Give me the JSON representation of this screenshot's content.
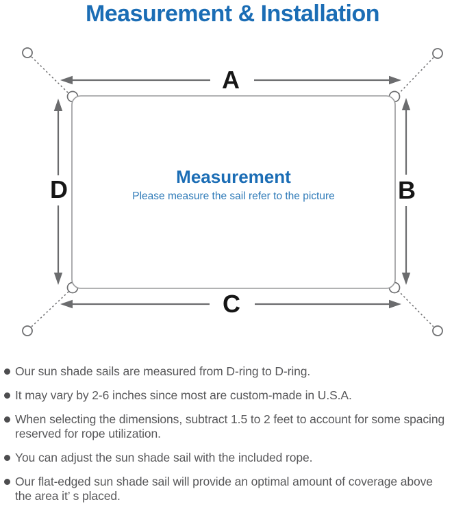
{
  "title": "Measurement & Installation",
  "colors": {
    "accent_blue": "#1b6db5",
    "subtitle_blue": "#2e7ab8",
    "body_text_gray": "#58585a",
    "diagram_line_gray": "#6b6c6e",
    "label_black": "#161616"
  },
  "diagram": {
    "labels": {
      "top": "A",
      "right": "B",
      "bottom": "C",
      "left": "D"
    },
    "center_title": "Measurement",
    "center_subtitle": "Please measure the sail refer to the picture"
  },
  "notes": {
    "items": [
      "Our sun shade sails are measured from D-ring to D-ring.",
      "It may vary by 2-6 inches since most are custom-made in U.S.A.",
      "When selecting the dimensions, subtract 1.5 to 2 feet to account for some spacing\nreserved for rope utilization.",
      "You can adjust the sun shade sail with the included rope.",
      "Our flat-edged sun shade sail will provide an optimal amount of coverage above\nthe area it’ s placed."
    ]
  }
}
